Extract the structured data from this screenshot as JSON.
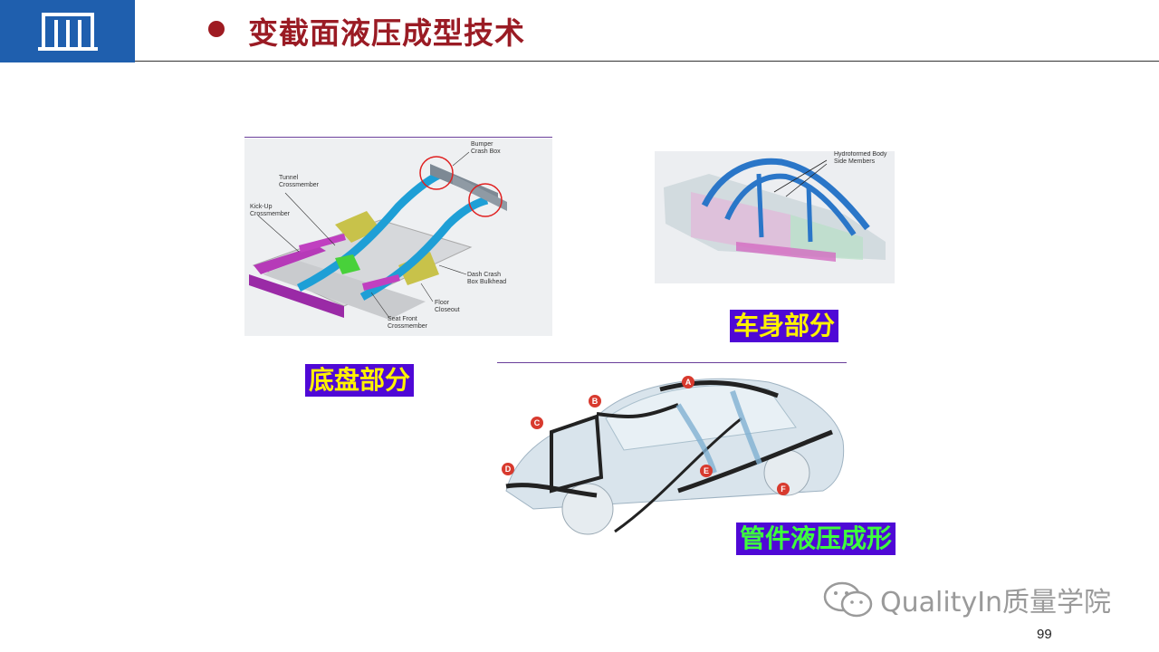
{
  "header": {
    "title": "变截面液压成型技术",
    "accent_color": "#9a1b24",
    "logo_color": "#1f5fae"
  },
  "figures": {
    "chassis": {
      "label": "底盘部分",
      "callouts": {
        "bumper": "Bumper\nCrash Box",
        "tunnel": "Tunnel\nCrossmember",
        "kickup": "Kick-Up\nCrossmember",
        "dash": "Dash Crash\nBox Bulkhead",
        "floor": "Floor\nCloseout",
        "seat": "Seat Front\nCrossmember"
      }
    },
    "body": {
      "label": "车身部分",
      "callouts": {
        "side": "Hydroformed Body\nSide Members"
      }
    },
    "tube": {
      "label": "管件液压成形",
      "markers": [
        "A",
        "B",
        "C",
        "D",
        "E",
        "F"
      ]
    }
  },
  "watermark": {
    "text": "QualityIn质量学院"
  },
  "page_number": "99"
}
